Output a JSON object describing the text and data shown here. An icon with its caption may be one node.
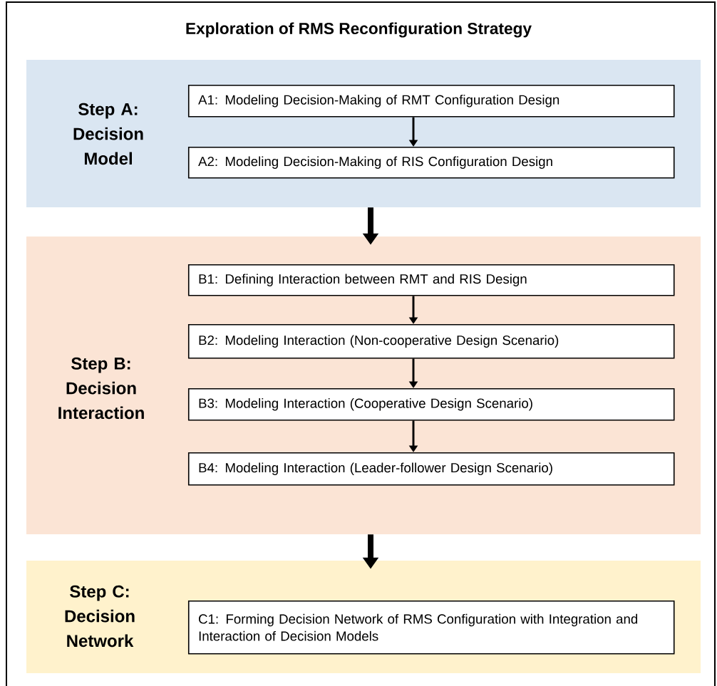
{
  "diagram": {
    "title": "Exploration of RMS Reconfiguration Strategy",
    "nodes": [
      {
        "text": [
          "Step A: Decision Model"
        ]
      },
      {
        "text": [
          "A1: Modeling Decision-Making of RMT Configuration Design"
        ],
        "in": 0
      },
      {
        "text": [
          "A2: Modeling Decision-Making of RIS Configuration Design"
        ],
        "in": 0
      },
      {
        "text": [
          "Step B: Decision Interaction"
        ]
      },
      {
        "text": [
          "B1: Defining Interaction between RMT and RIS Design"
        ],
        "in": 3
      },
      {
        "text": [
          "B2: Modeling Interaction (Non-cooperative Design Scenario)"
        ],
        "in": 3
      },
      {
        "text": [
          "B3: Modeling Interaction (Cooperative Design Scenario)"
        ],
        "in": 3
      },
      {
        "text": [
          "B4: Modeling Interaction (Leader-follower Design Scenario)"
        ],
        "in": 3
      },
      {
        "text": [
          "Step C: Decision Network"
        ]
      },
      {
        "text": [
          "C1: Forming Decision Network of RMS Configuration with Integration and Interaction of Decision Models"
        ],
        "in": 8
      }
    ],
    "edges": [
      {
        "from": 1,
        "to": 2,
        "arrow": "to"
      },
      {
        "from": 0,
        "to": 3,
        "arrow": "to",
        "style": "thick"
      },
      {
        "from": 4,
        "to": 5,
        "arrow": "to"
      },
      {
        "from": 5,
        "to": 6,
        "arrow": "to"
      },
      {
        "from": 6,
        "to": 7,
        "arrow": "to"
      },
      {
        "from": 3,
        "to": 8,
        "arrow": "to",
        "style": "thick"
      }
    ]
  }
}
